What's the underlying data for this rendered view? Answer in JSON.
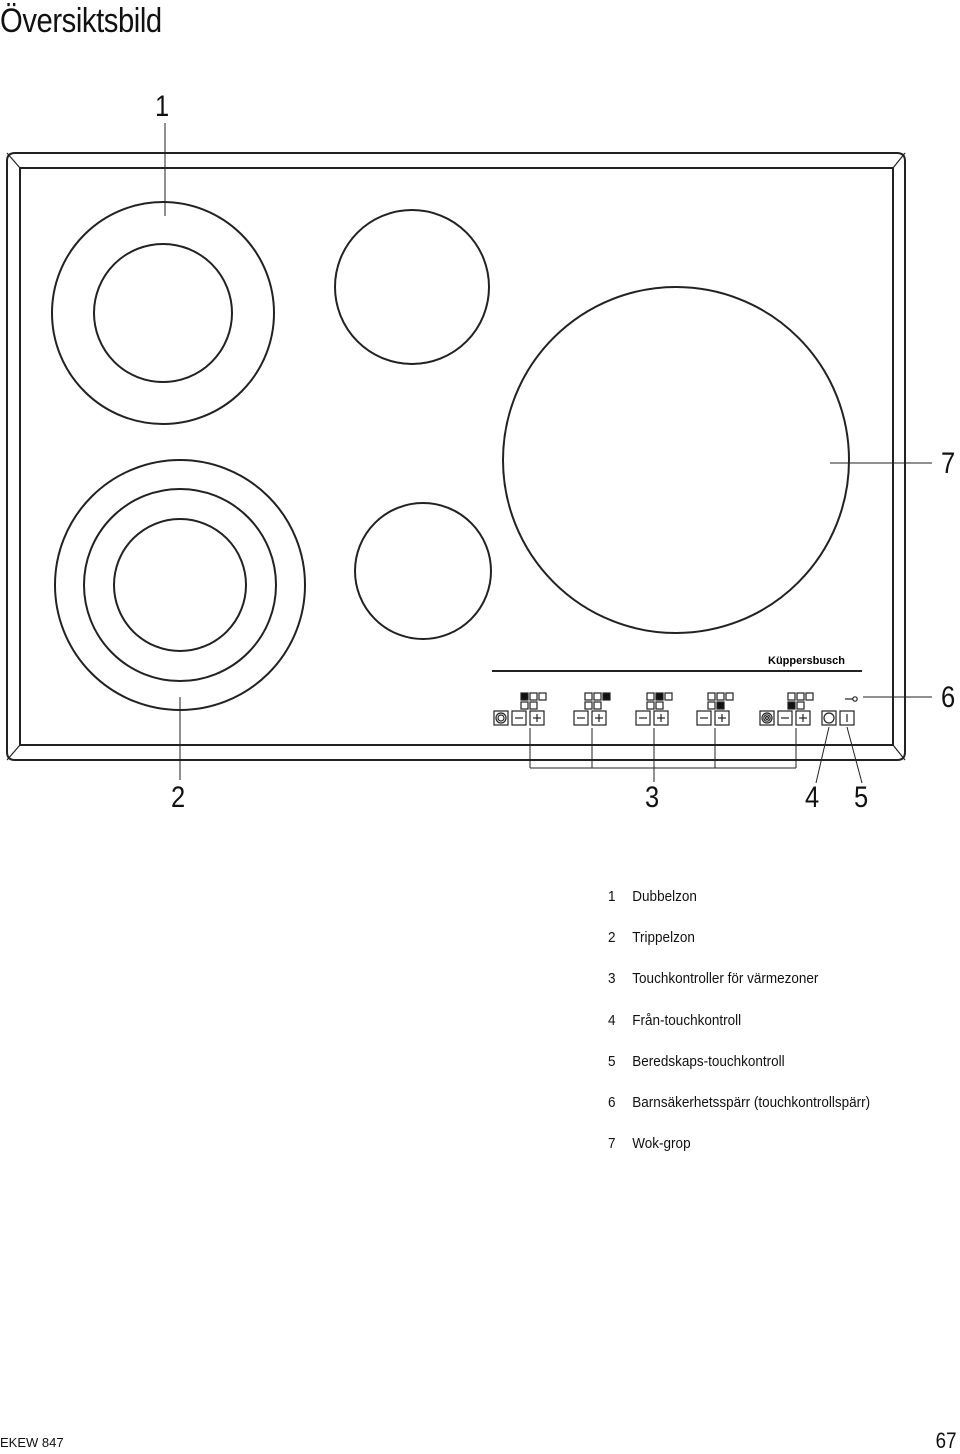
{
  "page_title": "Översiktsbild",
  "brand": "Küppersbusch",
  "callouts": {
    "c1": "1",
    "c2": "2",
    "c3": "3",
    "c4": "4",
    "c5": "5",
    "c6": "6",
    "c7": "7"
  },
  "legend": [
    {
      "num": "1",
      "text": "Dubbelzon"
    },
    {
      "num": "2",
      "text": "Trippelzon"
    },
    {
      "num": "3",
      "text": "Touchkontroller för värmezoner"
    },
    {
      "num": "4",
      "text": "Från-touchkontroll"
    },
    {
      "num": "5",
      "text": "Beredskaps-touchkontroll"
    },
    {
      "num": "6",
      "text": "Barnsäkerhetsspärr (touchkontrollspärr)"
    },
    {
      "num": "7",
      "text": "Wok-grop"
    }
  ],
  "footer": {
    "model": "EKEW 847",
    "page_number": "67"
  }
}
